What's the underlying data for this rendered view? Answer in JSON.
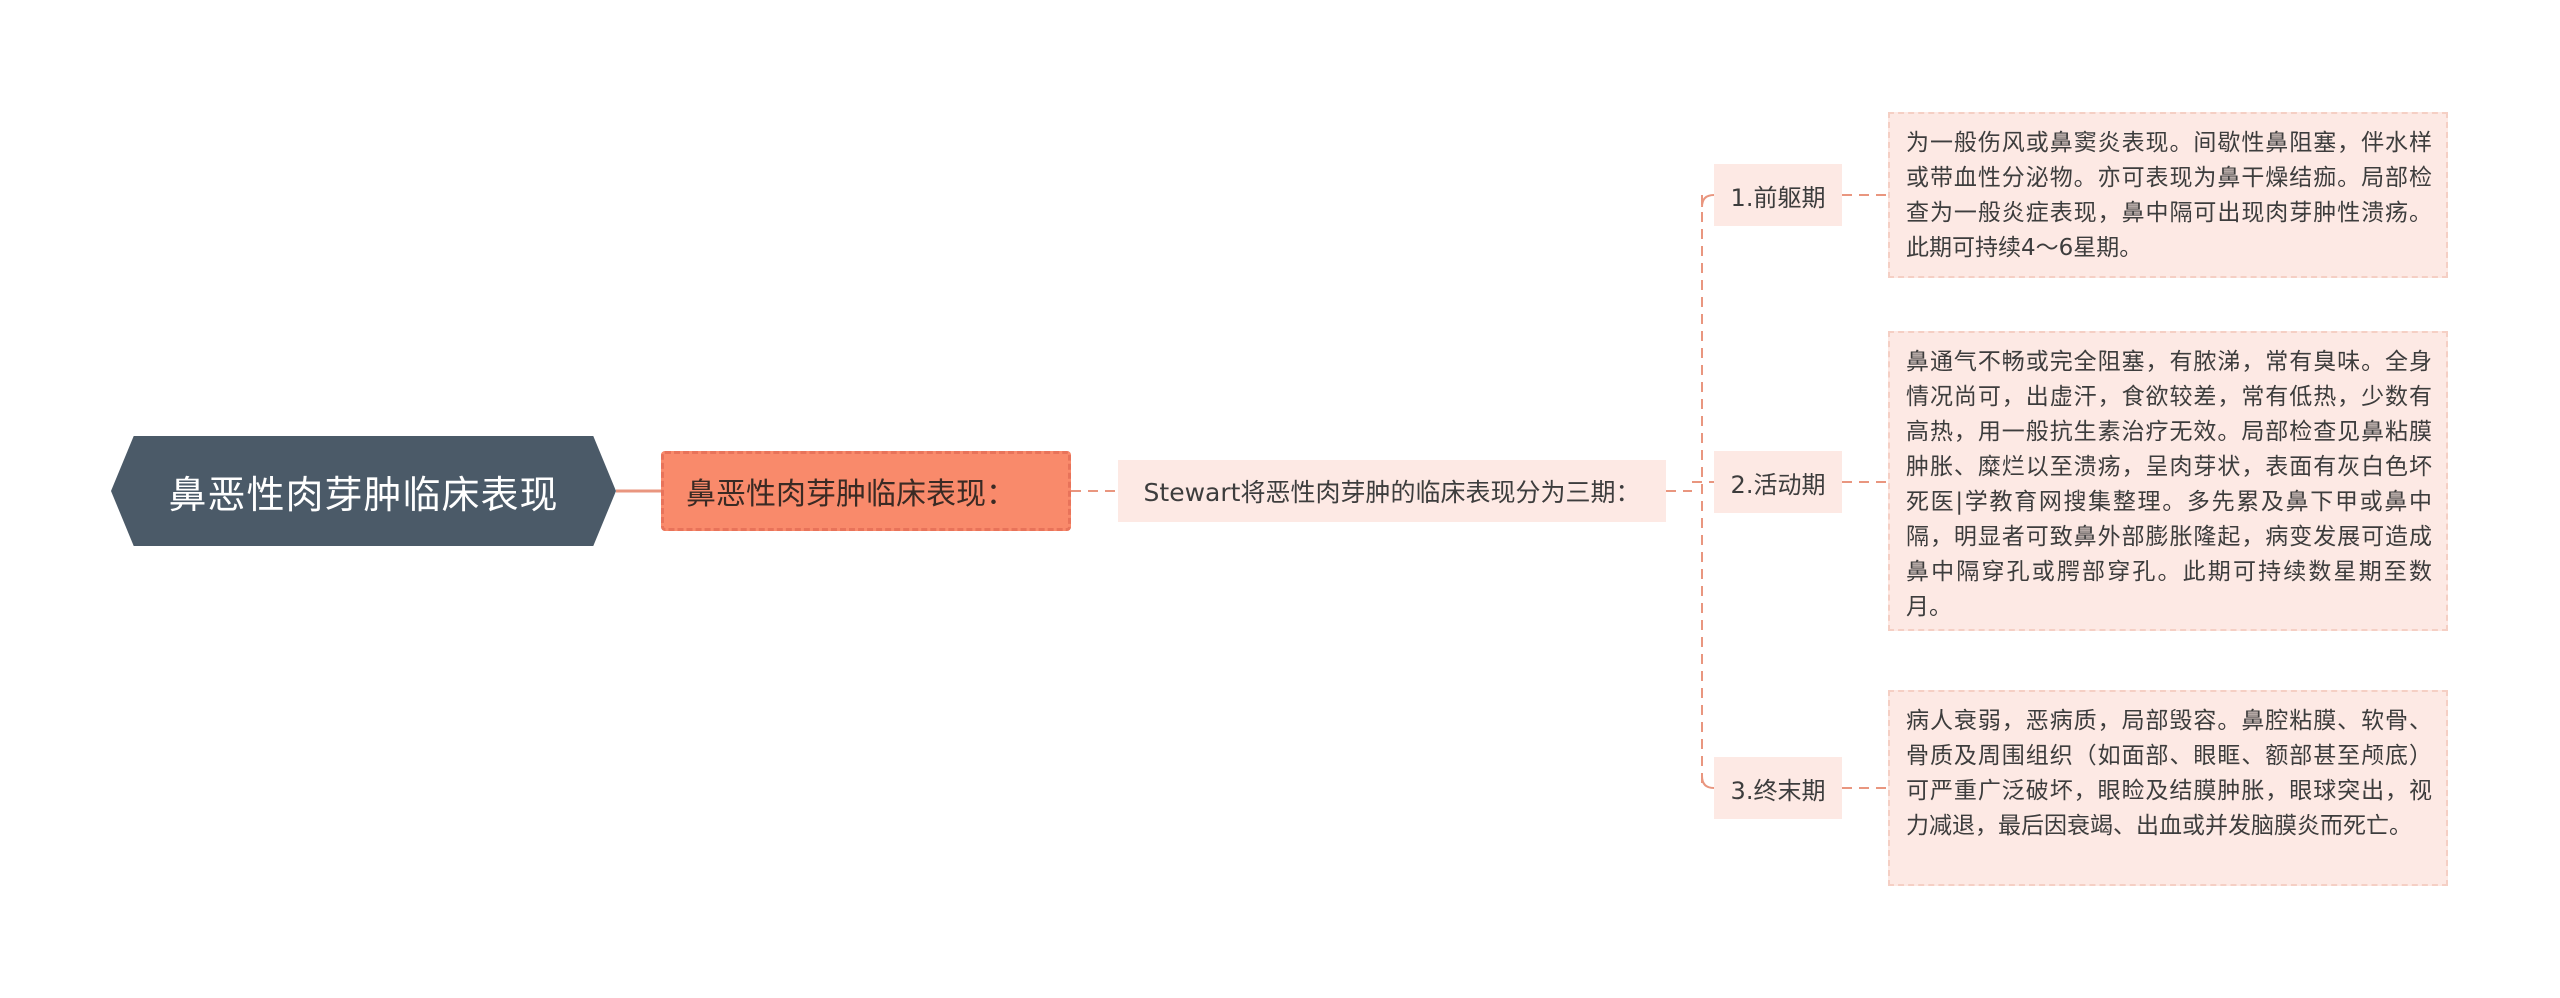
{
  "root": {
    "label": "鼻恶性肉芽肿临床表现"
  },
  "level1": {
    "label": "鼻恶性肉芽肿临床表现："
  },
  "level2": {
    "label": "Stewart将恶性肉芽肿的临床表现分为三期："
  },
  "stages": [
    {
      "label": "1.前躯期",
      "description": "为一般伤风或鼻窦炎表现。间歇性鼻阻塞，伴水样或带血性分泌物。亦可表现为鼻干燥结痂。局部检查为一般炎症表现，鼻中隔可出现肉芽肿性溃疡。此期可持续4～6星期。"
    },
    {
      "label": "2.活动期",
      "description": "鼻通气不畅或完全阻塞，有脓涕，常有臭味。全身情况尚可，出虚汗，食欲较差，常有低热，少数有高热，用一般抗生素治疗无效。局部检查见鼻粘膜肿胀、糜烂以至溃疡，呈肉芽状，表面有灰白色坏死医|学教育网搜集整理。多先累及鼻下甲或鼻中隔，明显者可致鼻外部膨胀隆起，病变发展可造成鼻中隔穿孔或腭部穿孔。此期可持续数星期至数月。"
    },
    {
      "label": "3.终末期",
      "description": "病人衰弱，恶病质，局部毁容。鼻腔粘膜、软骨、骨质及周围组织（如面部、眼眶、额部甚至颅底）可严重广泛破坏，眼睑及结膜肿胀，眼球突出，视力减退，最后因衰竭、出血或并发脑膜炎而死亡。"
    }
  ],
  "colors": {
    "root_fill": "#4b5a68",
    "level1_fill": "#f98a6b",
    "level1_border": "#e8735a",
    "leaf_fill": "#fde9e4",
    "leaf_border": "#f5cfc4",
    "connector": "#e9967f",
    "text": "#3d3d3d"
  }
}
